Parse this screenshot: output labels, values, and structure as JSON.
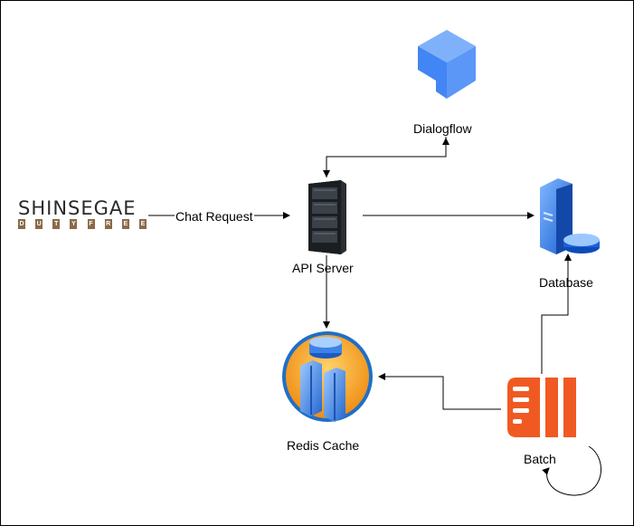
{
  "nodes": {
    "dialogflow": {
      "label": "Dialogflow",
      "icon": "dialogflow-icon"
    },
    "api_server": {
      "label": "API Server",
      "icon": "server-rack-icon"
    },
    "database": {
      "label": "Database",
      "icon": "database-server-icon"
    },
    "redis": {
      "label": "Redis Cache",
      "icon": "redis-cache-icon"
    },
    "batch": {
      "label": "Batch",
      "icon": "batch-icon"
    },
    "shinsegae": {
      "word": "SHINSEGAE",
      "sub": [
        "D",
        "U",
        "T",
        "Y",
        "F",
        "R",
        "E",
        "E"
      ],
      "icon": "shinsegae-duty-free-logo"
    }
  },
  "edges": {
    "chat_request": "Chat Request"
  },
  "colors": {
    "dialogflow": "#4285f4",
    "batch": "#f05a22",
    "redis_ring": "#1f6fc6",
    "redis_fill": "#f6a21e",
    "shinsegae_bar": "#8a6a48"
  }
}
